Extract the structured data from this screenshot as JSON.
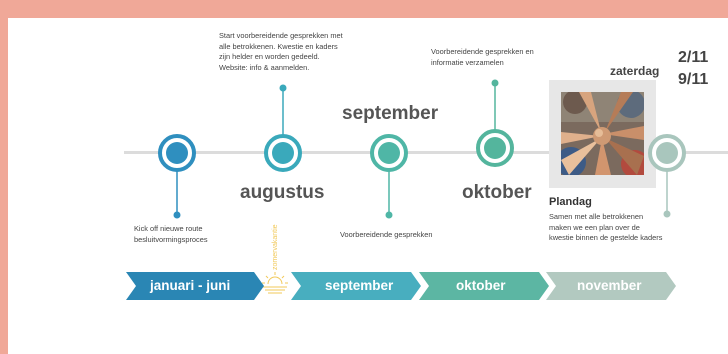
{
  "colors": {
    "page_border": "#f0a898",
    "timeline_line": "#dcdcdc",
    "node_1": "#2f8fbf",
    "node_2": "#3aa9bb",
    "node_3": "#4fb6a6",
    "node_4": "#54b59d",
    "node_5": "#a9c6bd",
    "summer_yellow": "#f1c95a"
  },
  "milestones": [
    {
      "caption": [
        "Kick off nieuwe route",
        "besluitvormingsproces"
      ]
    },
    {
      "caption": [
        "Start voorbereidende gesprekken met",
        "alle betrokkenen. Kwestie en kaders",
        "zijn helder en worden gedeeld.",
        "Website: info & aanmelden."
      ]
    },
    {
      "caption": [
        "Voorbereidende gesprekken"
      ]
    },
    {
      "caption": [
        "Voorbereidende gesprekken en",
        "informatie verzamelen"
      ]
    },
    {
      "title": "Plandag",
      "caption": [
        "Samen met alle betrokkenen",
        "maken we een plan over de",
        "kwestie binnen de gestelde kaders"
      ]
    }
  ],
  "month_labels": {
    "augustus": "augustus",
    "september": "september",
    "oktober": "oktober"
  },
  "date": {
    "day": "zaterdag",
    "line1": "2/11",
    "line2": "9/11"
  },
  "summer": {
    "label": "zomervakantie",
    "icon": "sun-icon"
  },
  "arrows": [
    {
      "label": "januari - juni",
      "color": "#2a86b4"
    },
    {
      "label": "september",
      "color": "#48aebf"
    },
    {
      "label": "oktober",
      "color": "#5cb6a3"
    },
    {
      "label": "november",
      "color": "#b2c9c0"
    }
  ],
  "photo": {
    "icon": "team-hands-photo"
  }
}
